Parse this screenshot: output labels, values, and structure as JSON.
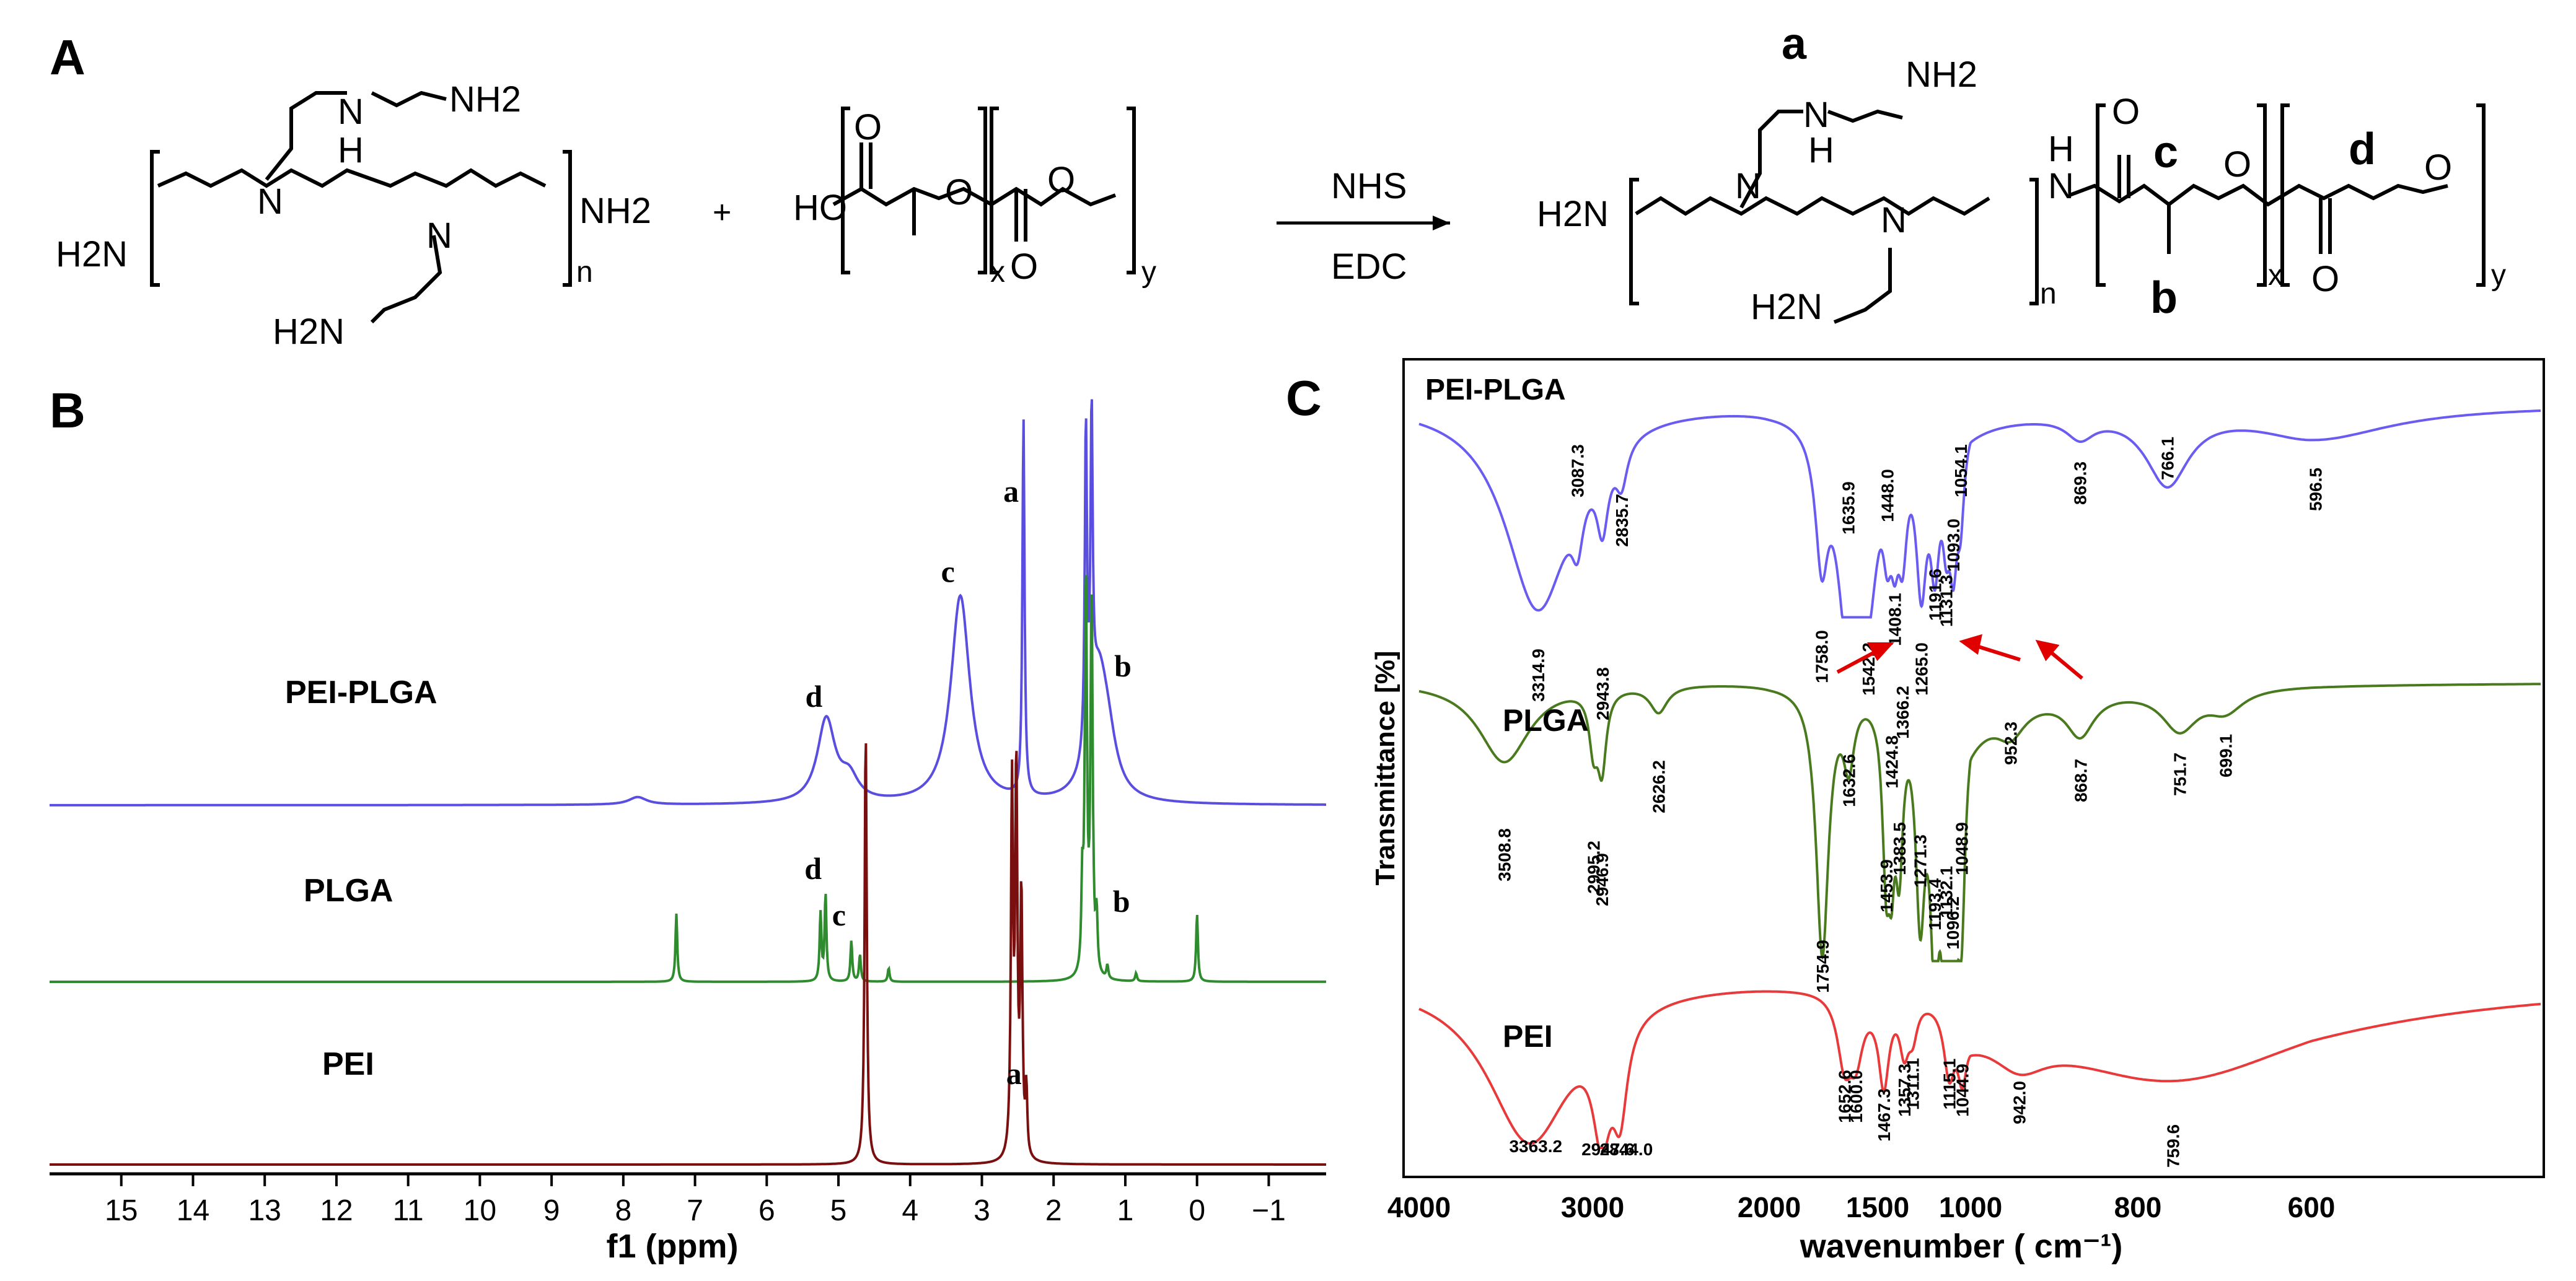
{
  "panels": {
    "a": "A",
    "b": "B",
    "c": "C"
  },
  "scheme": {
    "reagent_top": "NHS",
    "reagent_bottom": "EDC",
    "plus": "+",
    "h2n": "H2N",
    "nh2": "NH2",
    "ho": "HO",
    "h": "H",
    "n": "N",
    "o": "O",
    "sub_n": "n",
    "sub_x": "x",
    "sub_y": "y",
    "product_labels": [
      "a",
      "b",
      "c",
      "d"
    ]
  },
  "chart_data": [
    {
      "type": "line",
      "xlabel": "f1 (ppm)",
      "ylabel": "",
      "xlim": [
        16,
        -1.8
      ],
      "xaxis_reversed": true,
      "ticks": [
        "15",
        "14",
        "13",
        "12",
        "11",
        "10",
        "9",
        "8",
        "7",
        "6",
        "5",
        "4",
        "3",
        "2",
        "1",
        "0",
        "−1"
      ],
      "tick_values": [
        15,
        14,
        13,
        12,
        11,
        10,
        9,
        8,
        7,
        6,
        5,
        4,
        3,
        2,
        1,
        0,
        -1
      ],
      "series": [
        {
          "name": "PEI-PLGA",
          "color": "#5a4ee0",
          "peaks": [
            {
              "x": 7.8,
              "h": 0.02
            },
            {
              "x": 5.17,
              "h": 0.22,
              "label": "d"
            },
            {
              "x": 4.85,
              "h": 0.06
            },
            {
              "x": 3.3,
              "h": 0.55,
              "label": "c"
            },
            {
              "x": 2.42,
              "h": 1.0,
              "label": "a"
            },
            {
              "x": 1.55,
              "h": 0.85
            },
            {
              "x": 1.47,
              "h": 0.8
            },
            {
              "x": 1.38,
              "h": 0.3,
              "label": "b"
            },
            {
              "x": 1.25,
              "h": 0.12
            }
          ]
        },
        {
          "name": "PLGA",
          "color": "#2e8b2e",
          "peaks": [
            {
              "x": 7.26,
              "h": 0.25
            },
            {
              "x": 5.25,
              "h": 0.25
            },
            {
              "x": 5.18,
              "h": 0.32,
              "label": "d"
            },
            {
              "x": 4.82,
              "h": 0.15,
              "label": "c"
            },
            {
              "x": 4.7,
              "h": 0.1
            },
            {
              "x": 4.3,
              "h": 0.05
            },
            {
              "x": 1.6,
              "h": 0.3
            },
            {
              "x": 1.55,
              "h": 1.45
            },
            {
              "x": 1.47,
              "h": 1.4
            },
            {
              "x": 1.4,
              "h": 0.2,
              "label": "b"
            },
            {
              "x": 1.25,
              "h": 0.05
            },
            {
              "x": 0.85,
              "h": 0.03
            },
            {
              "x": 0.0,
              "h": 0.25
            }
          ]
        },
        {
          "name": "PEI",
          "color": "#7a0f0f",
          "peaks": [
            {
              "x": 4.62,
              "h": 1.0
            },
            {
              "x": 2.58,
              "h": 0.85
            },
            {
              "x": 2.52,
              "h": 0.88
            },
            {
              "x": 2.45,
              "h": 0.6
            },
            {
              "x": 2.38,
              "h": 0.15,
              "label": "a"
            }
          ]
        }
      ]
    },
    {
      "type": "line",
      "xlabel": "wavenumber ( cm⁻¹)",
      "ylabel": "Transmittance [%]",
      "xlim": [
        4000,
        400
      ],
      "xaxis_reversed": true,
      "ticks": [
        "4000",
        "3000",
        "2000",
        "1500",
        "1000",
        "800",
        "600"
      ],
      "tick_values": [
        4000,
        3000,
        2000,
        1500,
        1000,
        800,
        600
      ],
      "series": [
        {
          "name": "PEI-PLGA",
          "color": "#6a5cf0",
          "labels": [
            "3314.9",
            "3087.3",
            "2943.8",
            "2835.7",
            "1758.0",
            "1635.9",
            "1542.2",
            "1448.0",
            "1408.1",
            "1366.2",
            "1265.0",
            "1191.6",
            "1131.3",
            "1093.0",
            "1054.1",
            "869.3",
            "766.1",
            "596.5"
          ]
        },
        {
          "name": "PLGA",
          "color": "#4a7a1e",
          "labels": [
            "3508.8",
            "2995.2",
            "2946.9",
            "2626.2",
            "1754.9",
            "1632.6",
            "1453.9",
            "1424.8",
            "1383.5",
            "1271.3",
            "1193.4",
            "1132.1",
            "1096.2",
            "1048.9",
            "952.3",
            "868.7",
            "751.7",
            "699.1"
          ]
        },
        {
          "name": "PEI",
          "color": "#e83a3a",
          "labels": [
            "3363.2",
            "2947.6",
            "2844.0",
            "1652.6",
            "1600.0",
            "1467.3",
            "1357.3",
            "1311.1",
            "1115.1",
            "1044.9",
            "942.0",
            "759.6"
          ]
        }
      ]
    }
  ]
}
